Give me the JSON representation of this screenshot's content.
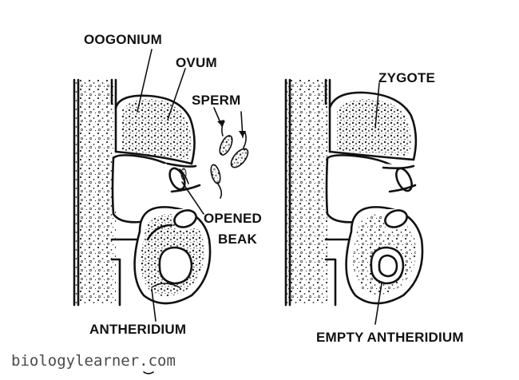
{
  "left_panel": {
    "labels": {
      "oogonium": "OOGONIUM",
      "ovum": "OVUM",
      "sperm": "SPERM",
      "opened": "OPENED",
      "beak": "BEAK",
      "antheridium": "ANTHERIDIUM"
    }
  },
  "right_panel": {
    "labels": {
      "zygote": "ZYGOTE",
      "empty_antheridium": "EMPTY ANTHERIDIUM"
    }
  },
  "watermark": "biologylearner.com",
  "colors": {
    "ink": "#111111",
    "paper": "#ffffff",
    "watermark": "#4a4a4a"
  }
}
